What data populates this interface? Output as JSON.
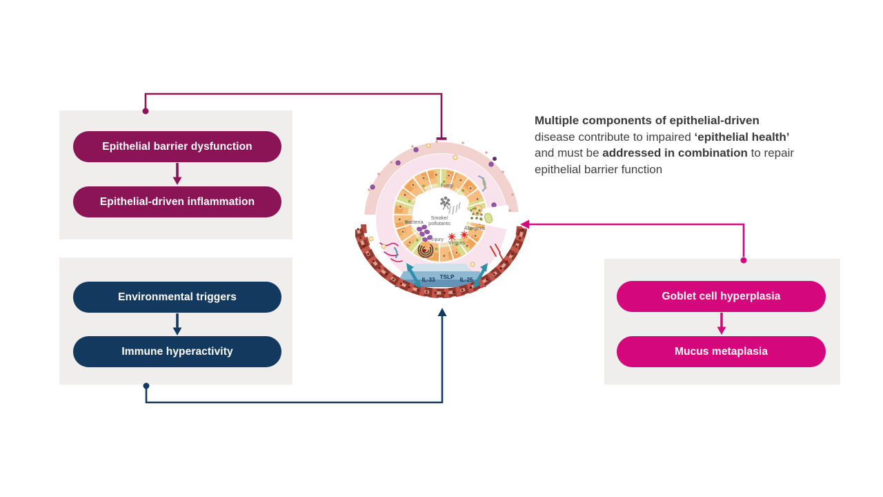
{
  "colors": {
    "maroon": "#8A1456",
    "navy": "#14395E",
    "magenta": "#D5077C",
    "panel_gray": "#EFEEED",
    "caption_text": "#3F3F3F",
    "alarmin_teal": "#2F8EA8"
  },
  "groups": {
    "barrier": {
      "items": [
        "Epithelial barrier dysfunction",
        "Epithelial-driven inflammation"
      ]
    },
    "environment": {
      "items": [
        "Environmental triggers",
        "Immune hyperactivity"
      ]
    },
    "mucus": {
      "items": [
        "Goblet cell hyperplasia",
        "Mucus metaplasia"
      ]
    }
  },
  "caption": {
    "runs": [
      {
        "text": "Multiple components of epithelial-driven ",
        "bold": true
      },
      {
        "text": "disease contribute to impaired ",
        "bold": false
      },
      {
        "text": "‘epithelial health’",
        "bold": true
      },
      {
        "text": " and must be ",
        "bold": false
      },
      {
        "text": "addressed in combination",
        "bold": true
      },
      {
        "text": " to repair epithelial barrier function",
        "bold": false
      }
    ]
  },
  "illustration": {
    "labels": {
      "fungi": "Fungi",
      "bacteria": "Bacteria",
      "smoke_line1": "Smoke/",
      "smoke_line2": "pollutants",
      "allergens": "Allergens",
      "injury": "Injury",
      "viruses": "Viruses",
      "il33": "IL-33",
      "tslp": "TSLP",
      "il25": "IL-25"
    }
  }
}
